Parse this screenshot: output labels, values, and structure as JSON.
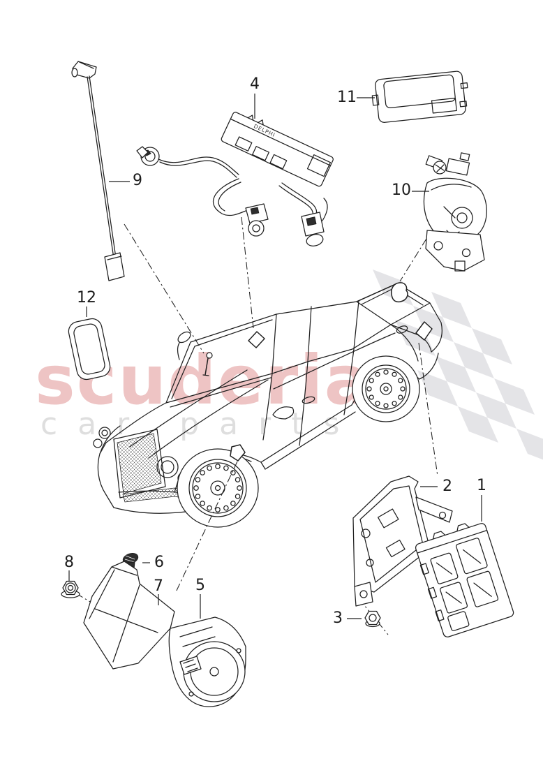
{
  "watermark": {
    "brand": "scuderia",
    "tagline": "car parts"
  },
  "module_text": "DELPHI",
  "callouts": [
    {
      "label": "1"
    },
    {
      "label": "2"
    },
    {
      "label": "3"
    },
    {
      "label": "4"
    },
    {
      "label": "5"
    },
    {
      "label": "6"
    },
    {
      "label": "7"
    },
    {
      "label": "8"
    },
    {
      "label": "9"
    },
    {
      "label": "10"
    },
    {
      "label": "11"
    },
    {
      "label": "12"
    }
  ],
  "theme": {
    "line_color": "#1f1f1f",
    "brand_color": "#eec4c4",
    "tagline_color": "#dedede",
    "flag_color": "#e4e4e7",
    "label_color": "#1c1c1c"
  }
}
